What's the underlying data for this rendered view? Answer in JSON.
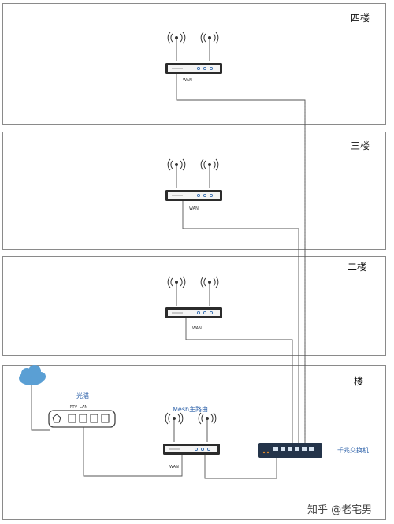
{
  "floors": {
    "f4": "四楼",
    "f3": "三楼",
    "f2": "二楼",
    "f1": "一楼"
  },
  "labels": {
    "wan": "WAN",
    "modem": "光猫",
    "iptv": "IPTV",
    "lan": "LAN",
    "mesh_main": "Mesh主路由",
    "switch": "千兆交换机"
  },
  "watermark": "知乎 @老宅男",
  "colors": {
    "border": "#8a8a8a",
    "router_body": "#2b2b2b",
    "switch_body": "#24344a",
    "cloud": "#5a9fd4",
    "label_blue": "#2a5fa8"
  }
}
